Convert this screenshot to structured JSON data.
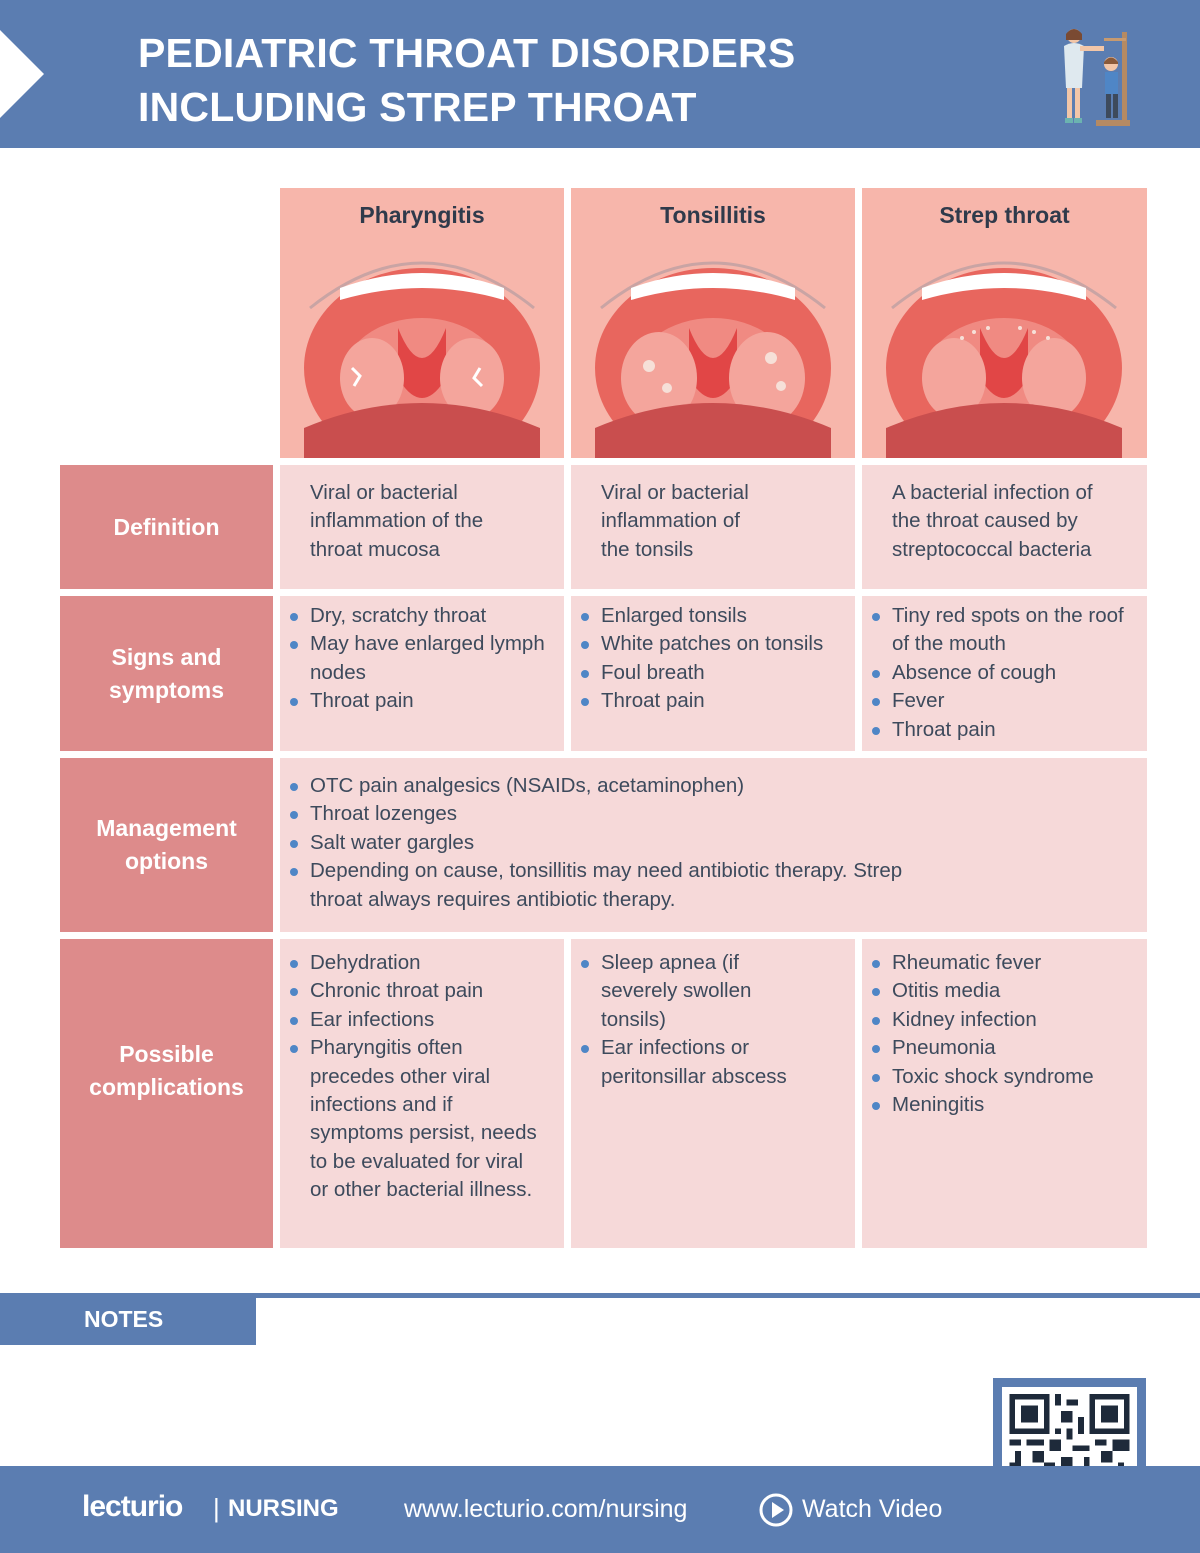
{
  "header": {
    "title_line1": "PEDIATRIC THROAT DISORDERS",
    "title_line2": "INCLUDING STREP THROAT"
  },
  "columns": [
    {
      "label": "Pharyngitis"
    },
    {
      "label": "Tonsillitis"
    },
    {
      "label": "Strep throat"
    }
  ],
  "rows": {
    "definition": {
      "label": "Definition",
      "cells": [
        [
          "Viral or bacterial",
          "inflammation of the",
          "throat mucosa"
        ],
        [
          "Viral or bacterial",
          "inflammation of",
          "the tonsils"
        ],
        [
          "A bacterial infection of",
          "the throat caused by",
          "streptococcal bacteria"
        ]
      ]
    },
    "signs": {
      "label_line1": "Signs and",
      "label_line2": "symptoms",
      "cells": [
        [
          "Dry, scratchy throat",
          "May have enlarged lymph nodes",
          "Throat pain"
        ],
        [
          "Enlarged tonsils",
          "White patches on tonsils",
          "Foul breath",
          "Throat pain"
        ],
        [
          "Tiny red spots on the roof of the mouth",
          "Absence of cough",
          "Fever",
          "Throat pain"
        ]
      ]
    },
    "management": {
      "label_line1": "Management",
      "label_line2": "options",
      "items": [
        "OTC pain analgesics (NSAIDs, acetaminophen)",
        "Throat lozenges",
        "Salt water gargles",
        "Depending on cause, tonsillitis may need antibiotic therapy. Strep throat always requires antibiotic therapy."
      ]
    },
    "complications": {
      "label_line1": "Possible",
      "label_line2": "complications",
      "cells": [
        [
          "Dehydration",
          "Chronic throat pain",
          "Ear infections",
          "Pharyngitis often precedes other viral infections and if symptoms persist, needs to be evaluated for viral or other bacterial illness."
        ],
        [
          "Sleep apnea (if severely swollen tonsils)",
          "Ear infections or peritonsillar abscess"
        ],
        [
          "Rheumatic fever",
          "Otitis media",
          "Kidney infection",
          "Pneumonia",
          "Toxic shock syndrome",
          "Meningitis"
        ]
      ]
    }
  },
  "notes": {
    "label": "NOTES"
  },
  "footer": {
    "brand": "lecturio",
    "brand_separator": "|",
    "brand_sub": "NURSING",
    "url": "www.lecturio.com/nursing",
    "watch_label": "Watch Video"
  },
  "colors": {
    "header_blue": "#5b7db1",
    "column_header_pink": "#f7b6ab",
    "row_label_rose": "#dd8b8b",
    "cell_pink": "#f6d9d9",
    "bullet_blue": "#4f86c6"
  },
  "icons": [
    "chevron-icon",
    "doctor-measuring-child-illustration",
    "throat-illustration",
    "play-icon",
    "qr-code"
  ]
}
